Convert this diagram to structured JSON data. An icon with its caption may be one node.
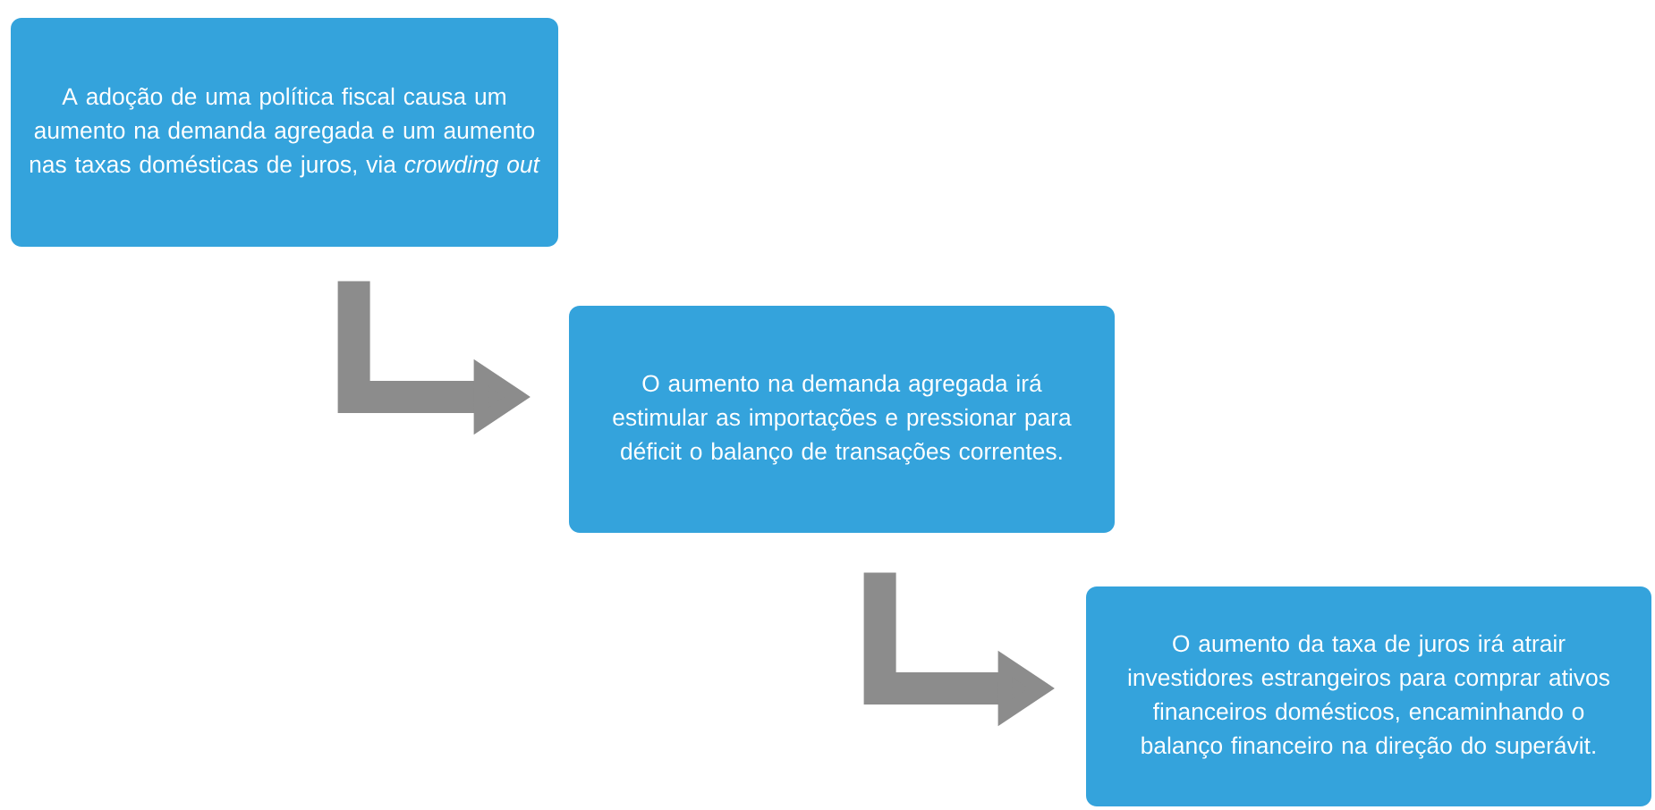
{
  "diagram": {
    "nodes": [
      {
        "text": [
          "A adoção de uma política fiscal causa um aumento na demanda agregada e um aumento nas taxas domésticas de juros, via *crowding out*"
        ]
      },
      {
        "text": [
          "O aumento na demanda agregada irá estimular as importações e pressionar para déficit o balanço de transações correntes."
        ]
      },
      {
        "text": [
          "O aumento da taxa de juros irá atrair investidores estrangeiros para comprar ativos financeiros domésticos, encaminhando o balanço financeiro na direção do superávit."
        ]
      }
    ],
    "edges": [
      {
        "from": 0,
        "to": 1,
        "arrow": "to"
      },
      {
        "from": 1,
        "to": 2,
        "arrow": "to"
      }
    ]
  }
}
